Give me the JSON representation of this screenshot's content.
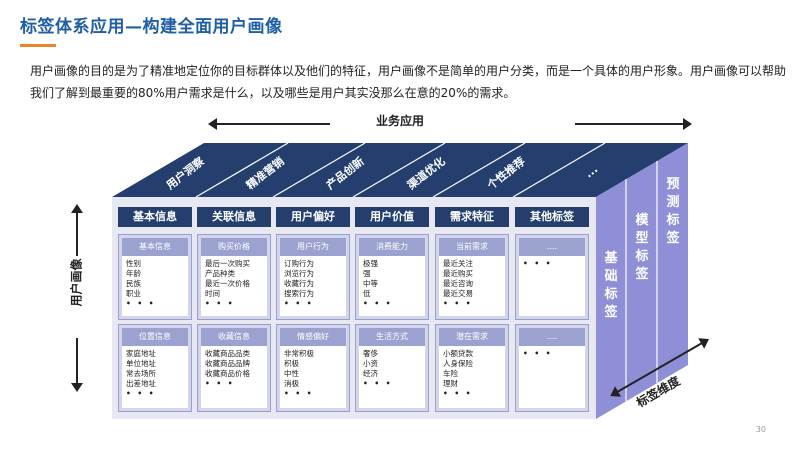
{
  "title": "标签体系应用—构建全面用户画像",
  "intro": "用户画像的目的是为了精准地定位你的目标群体以及他们的特征，用户画像不是简单的用户分类，而是一个具体的用户形象。用户画像可以帮助我们了解到最重要的80%用户需求是什么，以及哪些是用户其实没那么在意的20%的需求。",
  "axes": {
    "business": "业务应用",
    "portrait": "用户画像",
    "dimension": "标签维度"
  },
  "top_labels": [
    "用户洞察",
    "精准营销",
    "产品创新",
    "渠道优化",
    "个性推荐",
    "..."
  ],
  "columns": [
    {
      "header": "基本信息",
      "groups": [
        {
          "title": "基本信息",
          "items": [
            "性别",
            "年龄",
            "民族",
            "职业"
          ],
          "more": "• • •"
        },
        {
          "title": "位置信息",
          "items": [
            "家庭地址",
            "单位地址",
            "常去场所",
            "出差地址"
          ],
          "more": "• • •"
        }
      ]
    },
    {
      "header": "关联信息",
      "groups": [
        {
          "title": "购买价格",
          "items": [
            "最后一次购买",
            "产品种类",
            "最近一次价格",
            "时间"
          ],
          "more": "• • •"
        },
        {
          "title": "收藏信息",
          "items": [
            "收藏商品品类",
            "收藏商品品牌",
            "收藏商品价格"
          ],
          "more": "• • •"
        }
      ]
    },
    {
      "header": "用户偏好",
      "groups": [
        {
          "title": "用户行为",
          "items": [
            "订购行为",
            "浏览行为",
            "收藏行为",
            "搜索行为"
          ],
          "more": "• • •"
        },
        {
          "title": "情感偏好",
          "items": [
            "非常积极",
            "积极",
            "中性",
            "消极"
          ],
          "more": "• • •"
        }
      ]
    },
    {
      "header": "用户价值",
      "groups": [
        {
          "title": "消费能力",
          "items": [
            "极强",
            "强",
            "中等",
            "低"
          ],
          "more": "• • •"
        },
        {
          "title": "生活方式",
          "items": [
            "奢侈",
            "小资",
            "经济"
          ],
          "more": "• • •"
        }
      ]
    },
    {
      "header": "需求特征",
      "groups": [
        {
          "title": "当前需求",
          "items": [
            "最近关注",
            "最近购买",
            "最近咨询",
            "最近交易"
          ],
          "more": "• • •"
        },
        {
          "title": "潜在需求",
          "items": [
            "小额贷款",
            "人身保险",
            "车险",
            "理财"
          ],
          "more": "• • •"
        }
      ]
    },
    {
      "header": "其他标签",
      "groups": [
        {
          "title": "....",
          "items": [],
          "more": "• • •"
        },
        {
          "title": "....",
          "items": [],
          "more": "• • •"
        }
      ]
    }
  ],
  "side_labels": [
    "基础标签",
    "模型标签",
    "预测标签"
  ],
  "page_number": "30",
  "colors": {
    "title": "#1F5FA8",
    "accent": "#E8862E",
    "top_face": "#243F6E",
    "side_face": "#8E8FD6",
    "sub_title": "#9CA2D0"
  }
}
